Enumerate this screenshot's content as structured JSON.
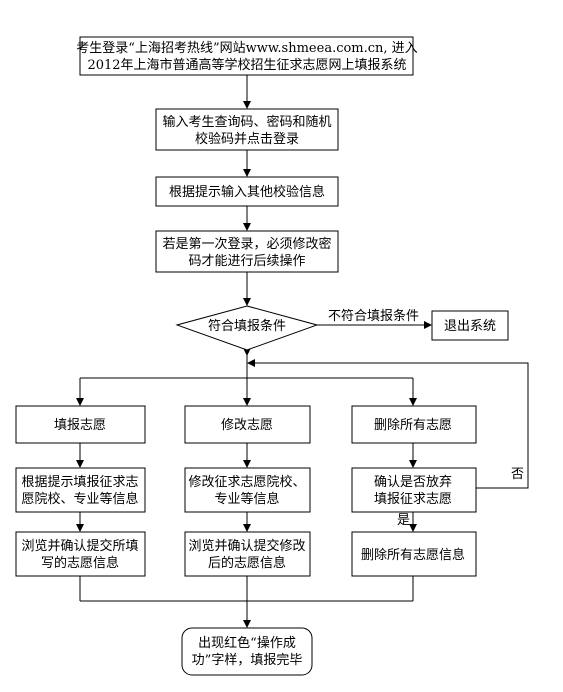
{
  "steps": {
    "login": {
      "line1": "考生登录“上海招考热线”网站www.shmeea.com.cn, 进入",
      "line2": "2012年上海市普通高等学校招生征求志愿网上填报系统"
    },
    "input_credentials": {
      "line1": "输入考生查询码、密码和随机",
      "line2": "校验码并点击登录"
    },
    "other_verification": {
      "line1": "根据提示输入其他校验信息"
    },
    "first_login": {
      "line1": "若是第一次登录，必须修改密",
      "line2": "码才能进行后续操作"
    },
    "condition": {
      "line1": "符合填报条件"
    },
    "not_qualified_label": "不符合填报条件",
    "exit": {
      "line1": "退出系统"
    },
    "fill": {
      "line1": "填报志愿"
    },
    "modify": {
      "line1": "修改志愿"
    },
    "delete_all": {
      "line1": "删除所有志愿"
    },
    "fill_detail": {
      "line1": "根据提示填报征求志",
      "line2": "愿院校、专业等信息"
    },
    "modify_detail": {
      "line1": "修改征求志愿院校、",
      "line2": "专业等信息"
    },
    "confirm_giveup": {
      "line1": "确认是否放弃",
      "line2": "填报征求志愿"
    },
    "yes_label": "是",
    "no_label": "否",
    "fill_submit": {
      "line1": "浏览并确认提交所填",
      "line2": "写的志愿信息"
    },
    "modify_submit": {
      "line1": "浏览并确认提交修改",
      "line2": "后的志愿信息"
    },
    "delete_info": {
      "line1": "删除所有志愿信息"
    },
    "finish": {
      "line1": "出现红色“操作成",
      "line2": "功”字样，填报完毕"
    }
  }
}
